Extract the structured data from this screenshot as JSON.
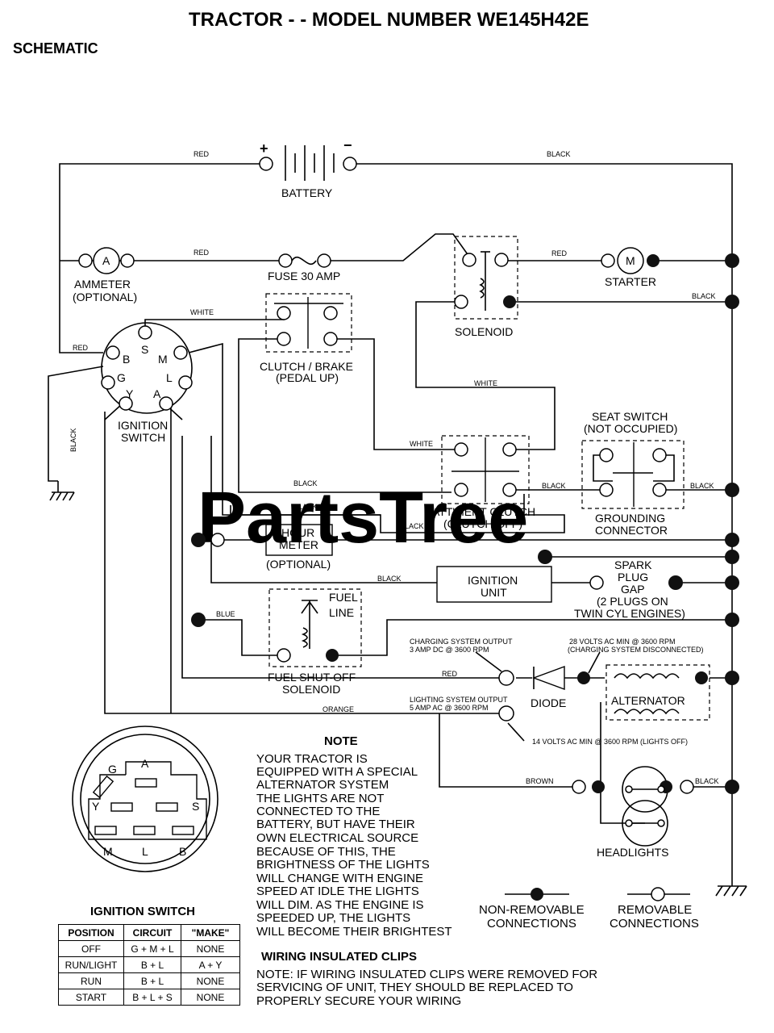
{
  "title": "TRACTOR - - MODEL NUMBER WE145H42E",
  "subtitle": "SCHEMATIC",
  "watermark": "PartsTree",
  "components": {
    "battery": "BATTERY",
    "battery_plus": "+",
    "battery_minus": "−",
    "ammeter": "AMMETER",
    "ammeter_optional": "(OPTIONAL)",
    "ammeter_letter": "A",
    "fuse": "FUSE 30 AMP",
    "solenoid": "SOLENOID",
    "starter": "STARTER",
    "starter_letter": "M",
    "clutch_brake": "CLUTCH / BRAKE",
    "clutch_brake_sub": "(PEDAL UP)",
    "ignition_switch_line1": "IGNITION",
    "ignition_switch_line2": "SWITCH",
    "seat_switch": "SEAT SWITCH",
    "seat_switch_sub": "(NOT OCCUPIED)",
    "grounding_connector_line1": "GROUNDING",
    "grounding_connector_line2": "CONNECTOR",
    "attment_clutch": "ATT'MENT CLUTCH",
    "attment_clutch_sub": "(CLUTCH OFF)",
    "hour_meter_line1": "HOUR",
    "hour_meter_line2": "METER",
    "hour_meter_optional": "(OPTIONAL)",
    "ignition_unit_line1": "IGNITION",
    "ignition_unit_line2": "UNIT",
    "spark_plug_line1": "SPARK",
    "spark_plug_line2": "PLUG",
    "spark_plug_line3": "GAP",
    "spark_plug_line4": "(2 PLUGS ON",
    "spark_plug_line5": "TWIN CYL  ENGINES)",
    "fuel_line_line1": "FUEL",
    "fuel_line_line2": "LINE",
    "fuel_solenoid_line1": "FUEL SHUT-OFF",
    "fuel_solenoid_line2": "SOLENOID",
    "diode": "DIODE",
    "alternator": "ALTERNATOR",
    "headlights": "HEADLIGHTS",
    "charging_output_line1": "CHARGING SYSTEM OUTPUT",
    "charging_output_line2": "3 AMP DC @ 3600 RPM",
    "volts28_line1": "28 VOLTS AC MIN  @ 3600 RPM",
    "volts28_line2": "(CHARGING SYSTEM DISCONNECTED)",
    "lighting_output_line1": "LIGHTING SYSTEM OUTPUT",
    "lighting_output_line2": "5 AMP AC @ 3600 RPM",
    "volts14": "14 VOLTS AC MIN  @ 3600 RPM (LIGHTS OFF)"
  },
  "terminals": {
    "B": "B",
    "S": "S",
    "M": "M",
    "G": "G",
    "L": "L",
    "Y": "Y",
    "A": "A"
  },
  "wires": {
    "red": "RED",
    "black": "BLACK",
    "white": "WHITE",
    "blue": "BLUE",
    "orange": "ORANGE",
    "brown": "BROWN"
  },
  "note": {
    "heading": "NOTE",
    "lines": [
      "YOUR TRACTOR IS",
      "EQUIPPED WITH A SPECIAL",
      "ALTERNATOR SYSTEM",
      "THE LIGHTS ARE NOT",
      "CONNECTED TO THE",
      "BATTERY, BUT HAVE THEIR",
      "OWN ELECTRICAL SOURCE",
      "BECAUSE OF THIS, THE",
      "BRIGHTNESS OF THE LIGHTS",
      "WILL CHANGE WITH ENGINE",
      "SPEED   AT IDLE THE LIGHTS",
      "WILL DIM.  AS THE ENGINE IS",
      "SPEEDED UP, THE LIGHTS",
      "WILL BECOME THEIR BRIGHTEST"
    ]
  },
  "legend": {
    "non_removable_line1": "NON-REMOVABLE",
    "non_removable_line2": "CONNECTIONS",
    "removable_line1": "REMOVABLE",
    "removable_line2": "CONNECTIONS"
  },
  "wiring_clips": {
    "heading": "WIRING INSULATED CLIPS",
    "line1": "NOTE: IF WIRING INSULATED CLIPS WERE REMOVED FOR",
    "line2": "SERVICING OF UNIT, THEY SHOULD BE REPLACED TO",
    "line3": "PROPERLY SECURE YOUR WIRING"
  },
  "ignition_detail": {
    "title": "IGNITION SWITCH",
    "terminals": {
      "G": "G",
      "A": "A",
      "Y": "Y",
      "S": "S",
      "M": "M",
      "L": "L",
      "B": "B"
    }
  },
  "ignition_table": {
    "headers": [
      "POSITION",
      "CIRCUIT",
      "\"MAKE\""
    ],
    "rows": [
      [
        "OFF",
        "G + M + L",
        "NONE"
      ],
      [
        "RUN/LIGHT",
        "B + L",
        "A + Y"
      ],
      [
        "RUN",
        "B + L",
        "NONE"
      ],
      [
        "START",
        "B + L + S",
        "NONE"
      ]
    ]
  }
}
